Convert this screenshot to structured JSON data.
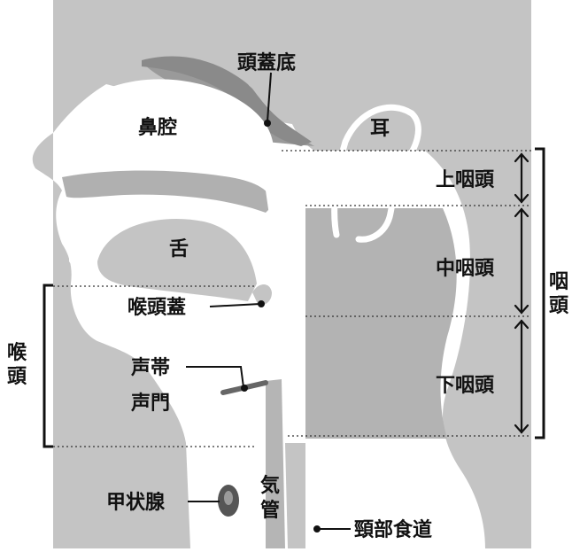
{
  "labels": {
    "skull_base": "頭蓋底",
    "nasal_cavity": "鼻腔",
    "ear": "耳",
    "tongue": "舌",
    "epiglottis": "喉頭蓋",
    "vocal_cords": "声帯",
    "glottis": "声門",
    "thyroid": "甲状腺",
    "trachea_1": "気",
    "trachea_2": "管",
    "cervical_esophagus": "頸部食道",
    "larynx_1": "喉",
    "larynx_2": "頭",
    "pharynx_1": "咽",
    "pharynx_2": "頭",
    "nasopharynx": "上咽頭",
    "oropharynx": "中咽頭",
    "hypopharynx": "下咽頭"
  },
  "colors": {
    "tissue_light": "#c9c9c9",
    "tissue_mid": "#a9a9a9",
    "tissue_dark": "#8f8f8f",
    "airway_white": "#ffffff",
    "line": "#111111",
    "thyroid_dark": "#555555"
  }
}
